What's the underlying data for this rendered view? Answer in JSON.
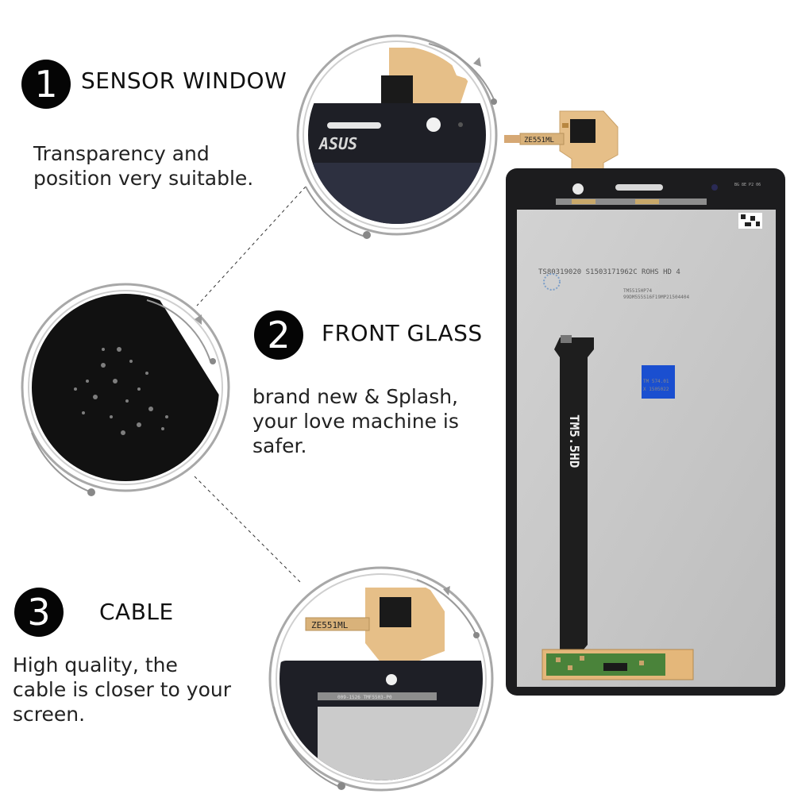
{
  "sections": [
    {
      "number": "1",
      "title": "SENSOR WINDOW",
      "desc_lines": [
        "Transparency and",
        "position very suitable."
      ]
    },
    {
      "number": "2",
      "title": "FRONT GLASS",
      "desc_lines": [
        "brand  new & Splash,",
        "your love machine is",
        "safer."
      ]
    },
    {
      "number": "3",
      "title": "CABLE",
      "desc_lines": [
        "High quality, the",
        "cable is closer to your",
        "screen."
      ]
    }
  ],
  "product": {
    "flex_label": "ZE551ML",
    "brand_logo": "ASUS",
    "panel_code": "TS80319020  S1503171962C  ROHS      HD 4",
    "panel_code2": "TM5515HP74",
    "panel_code3": "99DM555S16F19MP21504404",
    "ribbon_label": "TM5.5HD",
    "flex_small_top": "009-1526  TMF5503-P0",
    "corner_code": "BG 8E P2 06",
    "blue_sticker_text": "TM     574.01",
    "blue_sticker_text2": "X      1505022"
  },
  "colors": {
    "badge": "#050505",
    "ring": "#a8a8a8",
    "flex": "#e9c28a",
    "bezel": "#1c1c1e",
    "panel": "#c9c9c9",
    "sticker": "#1a4fd0"
  }
}
